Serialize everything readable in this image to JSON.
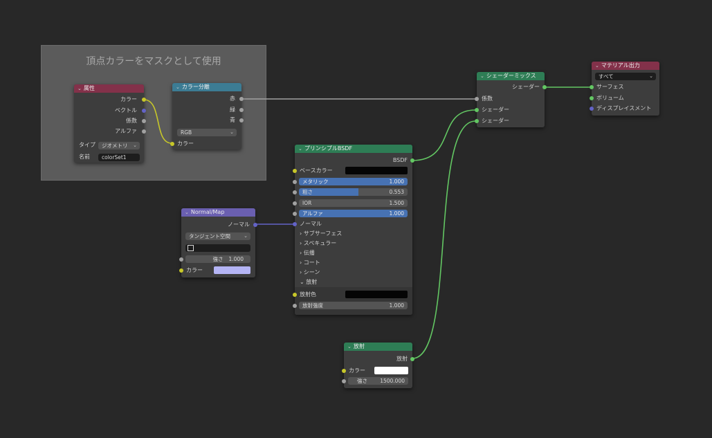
{
  "frame": {
    "title": "頂点カラーをマスクとして使用"
  },
  "nodes": {
    "attribute": {
      "title": "属性",
      "outputs": [
        "カラー",
        "ベクトル",
        "係数",
        "アルファ"
      ],
      "type_label": "タイプ",
      "type_value": "ジオメトリ",
      "name_label": "名前",
      "name_value": "colorSet1"
    },
    "separate_color": {
      "title": "カラー分離",
      "outputs": [
        "赤",
        "緑",
        "青"
      ],
      "mode_value": "RGB",
      "input_label": "カラー"
    },
    "mix_shader": {
      "title": "シェーダーミックス",
      "output_label": "シェーダー",
      "inputs": [
        "係数",
        "シェーダー",
        "シェーダー"
      ]
    },
    "material_output": {
      "title": "マテリアル出力",
      "target_value": "すべて",
      "inputs": [
        "サーフェス",
        "ボリューム",
        "ディスプレイスメント"
      ]
    },
    "principled": {
      "title": "プリンシプルBSDF",
      "output_label": "BSDF",
      "base_color_label": "ベースカラー",
      "metallic_label": "メタリック",
      "metallic_value": "1.000",
      "roughness_label": "粗さ",
      "roughness_value": "0.553",
      "ior_label": "IOR",
      "ior_value": "1.500",
      "alpha_label": "アルファ",
      "alpha_value": "1.000",
      "normal_label": "ノーマル",
      "panels": [
        "サブサーフェス",
        "スペキュラー",
        "伝播",
        "コート",
        "シーン",
        "放射"
      ],
      "emission_color_label": "放射色",
      "emission_strength_label": "放射強度",
      "emission_strength_value": "1.000"
    },
    "normal_map": {
      "title": "Normal/Map",
      "output_label": "ノーマル",
      "space_value": "タンジェント空間",
      "uv_value": "",
      "strength_label": "強さ",
      "strength_value": "1.000",
      "color_label": "カラー"
    },
    "emission": {
      "title": "放射",
      "output_label": "放射",
      "color_label": "カラー",
      "strength_label": "強さ",
      "strength_value": "1500.000"
    }
  },
  "colors": {
    "header_attribute": "#83314a",
    "header_separate": "#3c7c94",
    "header_shader": "#2e7d55",
    "header_output": "#83314a",
    "header_vector": "#6a5fb0",
    "wire_float": "#a1a1a1",
    "wire_color": "#c7c729",
    "wire_vector": "#6363c7",
    "wire_shader": "#63c763"
  }
}
